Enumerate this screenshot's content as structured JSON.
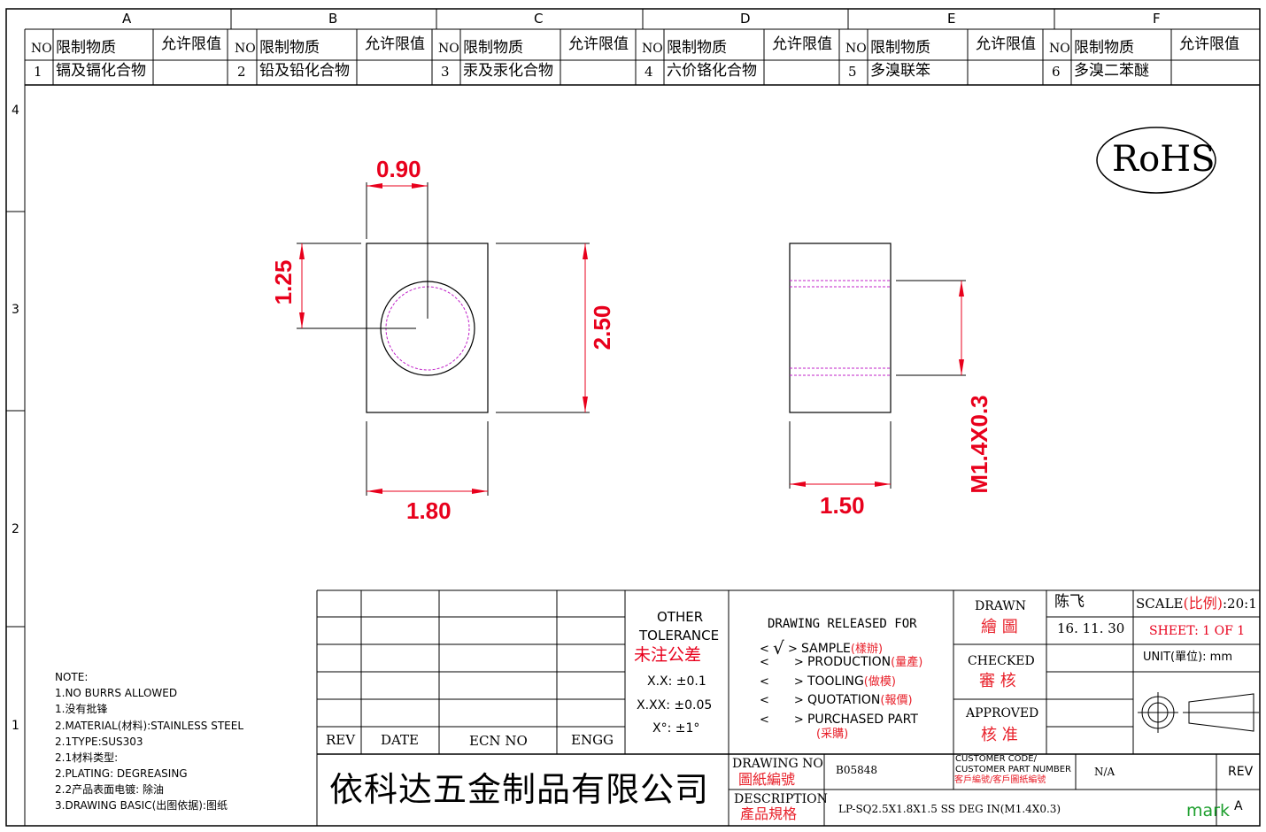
{
  "columns": [
    "A",
    "B",
    "C",
    "D",
    "E",
    "F"
  ],
  "rows_left": [
    "4",
    "3",
    "2",
    "1"
  ],
  "restricted": {
    "no_label": "NO",
    "substance_label": "限制物质",
    "limit_label": "允许限值",
    "items": [
      {
        "no": "1",
        "name": "镉及镉化合物"
      },
      {
        "no": "2",
        "name": "铅及铅化合物"
      },
      {
        "no": "3",
        "name": "汞及汞化合物"
      },
      {
        "no": "4",
        "name": "六价铬化合物"
      },
      {
        "no": "5",
        "name": "多溴联笨"
      },
      {
        "no": "6",
        "name": "多溴二苯醚"
      }
    ]
  },
  "rohs": "RoHS",
  "dims": {
    "top": "0.90",
    "left": "1.25",
    "height": "2.50",
    "width": "1.80",
    "side_width": "1.50",
    "thread": "M1.4X0.3"
  },
  "notes": [
    "NOTE:",
    "1.NO BURRS ALLOWED",
    "1.没有批锋",
    "2.MATERIAL(材料):STAINLESS STEEL",
    "2.1TYPE:SUS303",
    "2.1材料类型:",
    "2.PLATING: DEGREASING",
    "2.2产品表面电镀:  除油",
    "3.DRAWING BASIC(出图依据):图纸"
  ],
  "rev_table": {
    "rev": "REV",
    "date": "DATE",
    "ecn": "ECN NO",
    "engg": "ENGG"
  },
  "tolerance": {
    "title1": "OTHER",
    "title2": "TOLERANCE",
    "title_cn": "未注公差",
    "xx": "X.X: ±0.1",
    "xxx": "X.XX: ±0.05",
    "deg": "X°: ±1°"
  },
  "release": {
    "title": "DRAWING RELEASED FOR",
    "check": "√",
    "items": [
      {
        "en": "SAMPLE",
        "cn": "(樣辦)"
      },
      {
        "en": "PRODUCTION",
        "cn": "(量產)"
      },
      {
        "en": "TOOLING",
        "cn": "(做模)"
      },
      {
        "en": "QUOTATION",
        "cn": "(報價)"
      },
      {
        "en": "PURCHASED PART",
        "cn": "(采購)"
      }
    ]
  },
  "title_block": {
    "drawn_en": "DRAWN",
    "drawn_cn": "繪 圖",
    "drawn_name": "陈飞",
    "drawn_date": "16. 11. 30",
    "checked_en": "CHECKED",
    "checked_cn": "審 核",
    "approved_en": "APPROVED",
    "approved_cn": "核 准",
    "scale_label": "SCALE",
    "scale_cn": "(比例)",
    "scale_value": ":20:1",
    "sheet": "SHEET:  1 OF 1",
    "unit_label": "UNIT",
    "unit_cn": "(單位)",
    "unit_value": ":  mm",
    "company": "依科达五金制品有限公司",
    "drawing_no_en": "DRAWING NO",
    "drawing_no_cn": "圖紙編號",
    "drawing_no": "B05848",
    "cust_code_1": "CUSTOMER CODE/",
    "cust_code_2": "CUSTOMER PART NUMBER",
    "cust_code_cn": "客戶編號/客戶圖紙編號",
    "cust_value": "N/A",
    "rev": "REV",
    "rev_value": "A",
    "desc_en": "DESCRIPTION",
    "desc_cn": "產品規格",
    "desc_value": "LP-SQ2.5X1.8X1.5 SS DEG IN(M1.4X0.3)",
    "mark": "mark"
  }
}
